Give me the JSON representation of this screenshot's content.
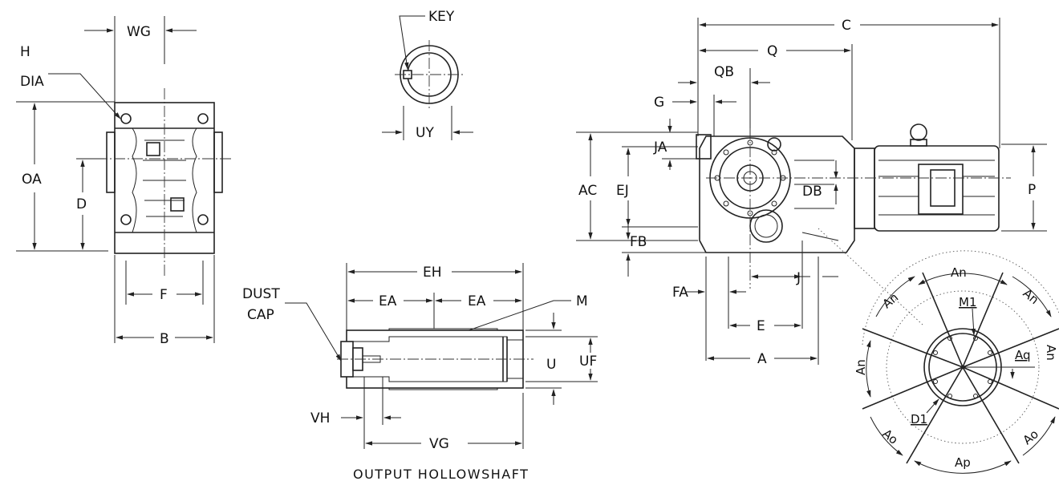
{
  "views": {
    "end_view": {
      "labels": {
        "wg": "WG",
        "h": "H",
        "dia": "DIA",
        "oa": "OA",
        "d": "D",
        "f": "F",
        "b": "B"
      }
    },
    "key_view": {
      "labels": {
        "key": "KEY",
        "uy": "UY"
      }
    },
    "hollowshaft_view": {
      "caption": "OUTPUT HOLLOWSHAFT",
      "labels": {
        "eh": "EH",
        "ea1": "EA",
        "ea2": "EA",
        "m": "M",
        "dust": "DUST",
        "cap": "CAP",
        "u": "U",
        "uf": "UF",
        "vh": "VH",
        "vg": "VG"
      }
    },
    "side_view": {
      "labels": {
        "c": "C",
        "q": "Q",
        "qb": "QB",
        "g": "G",
        "ja": "JA",
        "ac": "AC",
        "ej": "EJ",
        "db": "DB",
        "fb": "FB",
        "fa": "FA",
        "j": "J",
        "e": "E",
        "a": "A",
        "p": "P"
      }
    },
    "flange_view": {
      "labels": {
        "an1": "An",
        "an2": "An",
        "an3": "An",
        "an4": "An",
        "an5": "An",
        "m1": "M1",
        "aq": "Aq",
        "d1": "D1",
        "ao1": "Ao",
        "ao2": "Ao",
        "ap": "Ap"
      }
    }
  }
}
